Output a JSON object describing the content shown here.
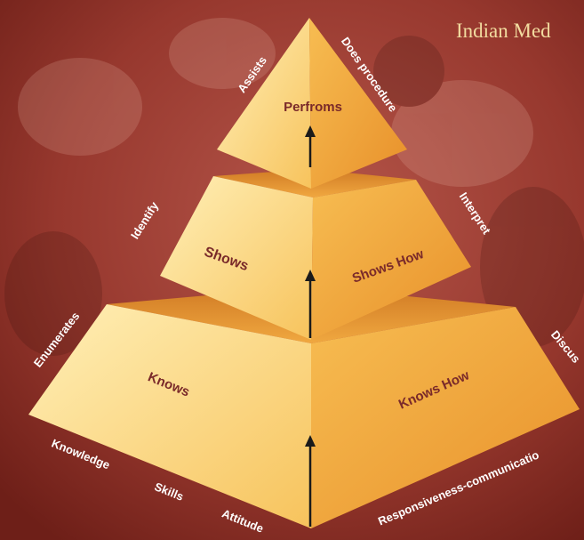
{
  "heading": "Indian Med",
  "pyramid": {
    "top": {
      "center": "Perfroms",
      "left_edge": "Assists",
      "right_edge": "Does procedure"
    },
    "middle": {
      "left_face": "Shows",
      "right_face": "Shows How",
      "left_edge": "Identify",
      "right_edge": "Interpret"
    },
    "bottom": {
      "left_face": "Knows",
      "right_face": "Knows How",
      "left_edge": "Enumerates",
      "right_edge": "Discus"
    },
    "base_labels": {
      "knowledge": "Knowledge",
      "skills": "Skills",
      "attitude": "Attitude",
      "right": "Responsiveness-communicatio"
    }
  },
  "colors": {
    "background": "#8a2a22",
    "pyramid_light": "#ffe29a",
    "pyramid_dark": "#e8962e",
    "label_dark": "#7a2a2a",
    "heading": "#f2dca0"
  }
}
